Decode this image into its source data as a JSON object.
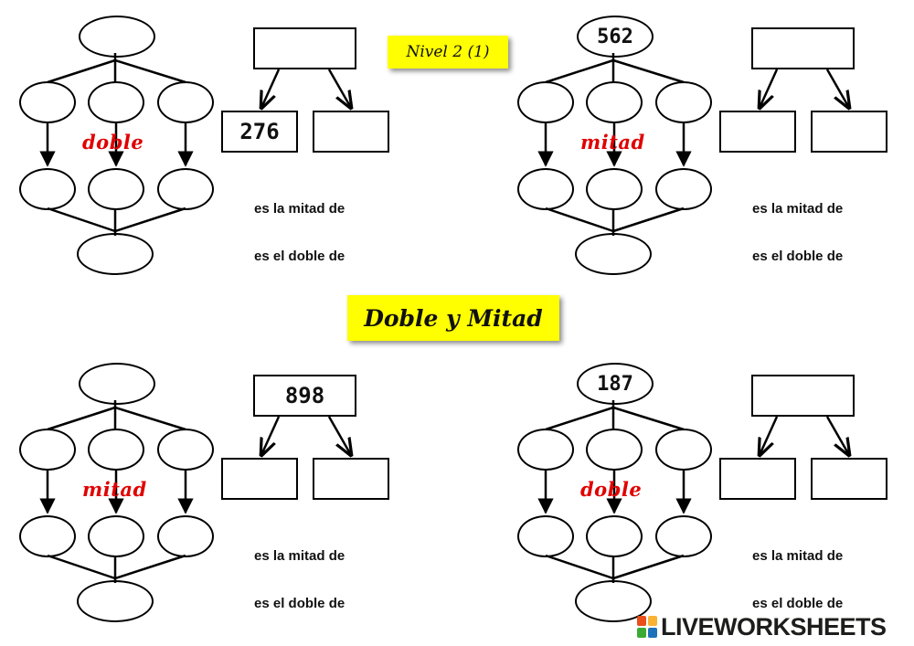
{
  "title": "Doble y Mitad",
  "level": "Nivel 2 (1)",
  "statements": {
    "half_of": "es la mitad de",
    "double_of": "es el doble de"
  },
  "exercises": [
    {
      "operation": "doble",
      "top_oval": "",
      "top_box": "",
      "left_box": "276",
      "right_box": ""
    },
    {
      "operation": "mitad",
      "top_oval": "562",
      "top_box": "",
      "left_box": "",
      "right_box": ""
    },
    {
      "operation": "mitad",
      "top_oval": "",
      "top_box": "898",
      "left_box": "",
      "right_box": ""
    },
    {
      "operation": "doble",
      "top_oval": "187",
      "top_box": "",
      "left_box": "",
      "right_box": ""
    }
  ],
  "brand": {
    "name": "LIVEWORKSHEETS",
    "colors": [
      "#e94e1b",
      "#f9b233",
      "#3aaa35",
      "#1d71b8"
    ]
  },
  "colors": {
    "banner": "#ffff00",
    "operation_text": "#e00000"
  }
}
